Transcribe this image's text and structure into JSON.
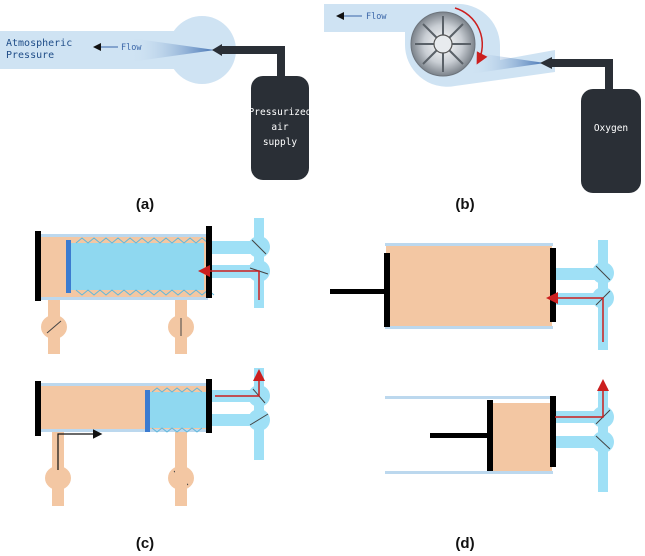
{
  "panels": {
    "a": {
      "caption": "(a)",
      "left_label_line1": "Atmospheric",
      "left_label_line2": "Pressure",
      "flow_label": "Flow",
      "tank_line1": "Pressurized",
      "tank_line2": "air",
      "tank_line3": "supply"
    },
    "b": {
      "caption": "(b)",
      "flow_label": "Flow",
      "tank_label": "Oxygen"
    },
    "c": {
      "caption": "(c)"
    },
    "d": {
      "caption": "(d)"
    }
  },
  "colors": {
    "duct": "#cfe3f3",
    "duct_dark": "#a9cbe8",
    "tank": "#2a2f36",
    "chamber": "#f3c7a3",
    "fluid": "#8fd8f0",
    "valve": "#9fe0f6",
    "arrow_red": "#cc1f1f",
    "wall": "#000000"
  },
  "icons": [
    "turbine-icon",
    "valve-icon",
    "piston-icon",
    "bellows-icon"
  ]
}
